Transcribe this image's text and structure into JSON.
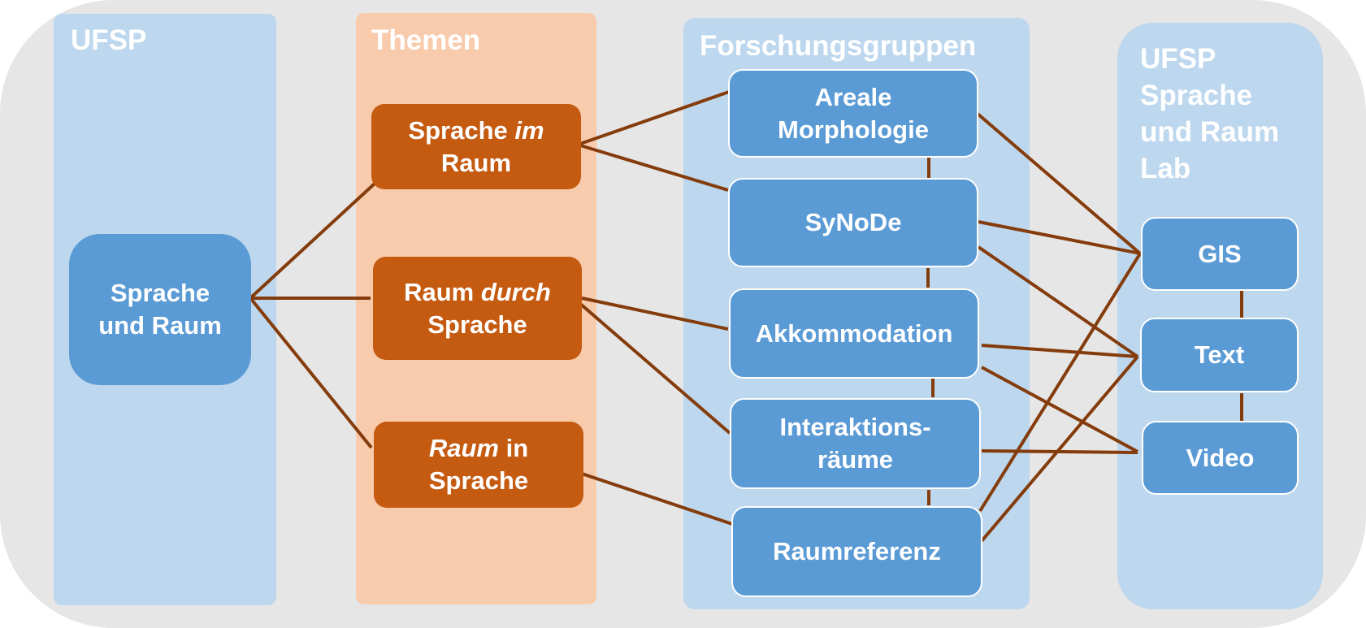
{
  "colors": {
    "background": "#E6E6E6",
    "panel_blue": "#BDD7EE",
    "panel_orange": "#F8CBAD",
    "node_blue": "#5B9BD5",
    "node_orange": "#C55A11",
    "connector": "#843C0C",
    "text": "#FFFFFF"
  },
  "columns": {
    "ufsp": {
      "title": "UFSP",
      "nodes": [
        {
          "id": "sprache-und-raum",
          "lines": [
            "Sprache",
            "und Raum"
          ]
        }
      ]
    },
    "themen": {
      "title": "Themen",
      "nodes": [
        {
          "id": "sprache-im-raum",
          "line1_a": "Sprache ",
          "line1_b": "im",
          "line2": "Raum"
        },
        {
          "id": "raum-durch-sprache",
          "line1_a": "Raum ",
          "line1_b": "durch",
          "line2": "Sprache"
        },
        {
          "id": "raum-in-sprache",
          "line1_a": "Raum",
          "line1_b": " in",
          "line2": "Sprache"
        }
      ]
    },
    "forschungsgruppen": {
      "title": "Forschungsgruppen",
      "nodes": [
        {
          "id": "areale-morphologie",
          "lines": [
            "Areale",
            "Morphologie"
          ]
        },
        {
          "id": "synode",
          "lines": [
            "SyNoDe"
          ]
        },
        {
          "id": "akkommodation",
          "lines": [
            "Akkommodation"
          ]
        },
        {
          "id": "interaktionsraeume",
          "lines": [
            "Interaktions-",
            "räume"
          ]
        },
        {
          "id": "raumreferenz",
          "lines": [
            "Raumreferenz"
          ]
        }
      ]
    },
    "lab": {
      "title_lines": [
        "UFSP",
        "Sprache",
        "und Raum",
        "Lab"
      ],
      "nodes": [
        {
          "id": "gis",
          "lines": [
            "GIS"
          ]
        },
        {
          "id": "text",
          "lines": [
            "Text"
          ]
        },
        {
          "id": "video",
          "lines": [
            "Video"
          ]
        }
      ]
    }
  },
  "edges": [
    {
      "from": "sprache-und-raum",
      "to": "sprache-im-raum"
    },
    {
      "from": "sprache-und-raum",
      "to": "raum-durch-sprache"
    },
    {
      "from": "sprache-und-raum",
      "to": "raum-in-sprache"
    },
    {
      "from": "sprache-im-raum",
      "to": "areale-morphologie"
    },
    {
      "from": "sprache-im-raum",
      "to": "synode"
    },
    {
      "from": "raum-durch-sprache",
      "to": "akkommodation"
    },
    {
      "from": "raum-durch-sprache",
      "to": "interaktionsraeume"
    },
    {
      "from": "raum-in-sprache",
      "to": "raumreferenz"
    },
    {
      "from": "areale-morphologie",
      "to": "synode"
    },
    {
      "from": "synode",
      "to": "akkommodation"
    },
    {
      "from": "akkommodation",
      "to": "interaktionsraeume"
    },
    {
      "from": "interaktionsraeume",
      "to": "raumreferenz"
    },
    {
      "from": "areale-morphologie",
      "to": "gis"
    },
    {
      "from": "synode",
      "to": "gis"
    },
    {
      "from": "synode",
      "to": "text"
    },
    {
      "from": "akkommodation",
      "to": "text"
    },
    {
      "from": "akkommodation",
      "to": "video"
    },
    {
      "from": "interaktionsraeume",
      "to": "video"
    },
    {
      "from": "raumreferenz",
      "to": "gis"
    },
    {
      "from": "raumreferenz",
      "to": "text"
    },
    {
      "from": "gis",
      "to": "text"
    },
    {
      "from": "text",
      "to": "video"
    }
  ]
}
